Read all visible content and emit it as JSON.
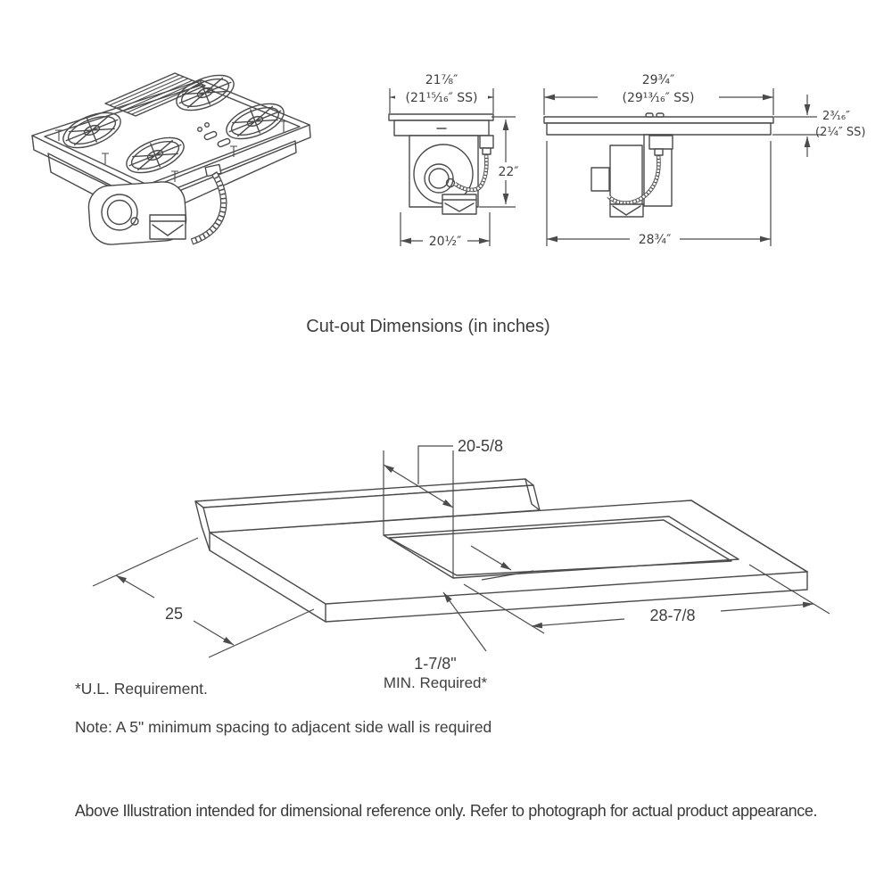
{
  "page": {
    "background": "#ffffff",
    "line_color": "#4b4b4b",
    "text_color": "#3e3e3e"
  },
  "title": "Cut-out Dimensions (in inches)",
  "front_view": {
    "width_label": "21⅞″",
    "width_ss_label": "(21¹⁵⁄₁₆″ SS)",
    "height_label": "22″",
    "bottom_width_label": "20½″"
  },
  "side_view": {
    "width_label": "29¾″",
    "width_ss_label": "(29¹³⁄₁₆″ SS)",
    "thickness_label": "2³⁄₁₆″",
    "thickness_ss_label": "(2¼″ SS)",
    "bottom_width_label": "28¾″"
  },
  "cutout_diagram": {
    "cutout_depth_label": "20-5/8",
    "counter_depth_label": "25",
    "cutout_width_label": "28-7/8",
    "front_clearance_line1": "1-7/8\"",
    "front_clearance_line2": "MIN. Required*"
  },
  "notes": {
    "ul_note": "*U.L. Requirement.",
    "spacing_note": "Note: A 5\" minimum spacing to adjacent side wall is required",
    "disclaimer": "Above Illustration intended for dimensional reference only. Refer to photograph for actual product appearance."
  }
}
